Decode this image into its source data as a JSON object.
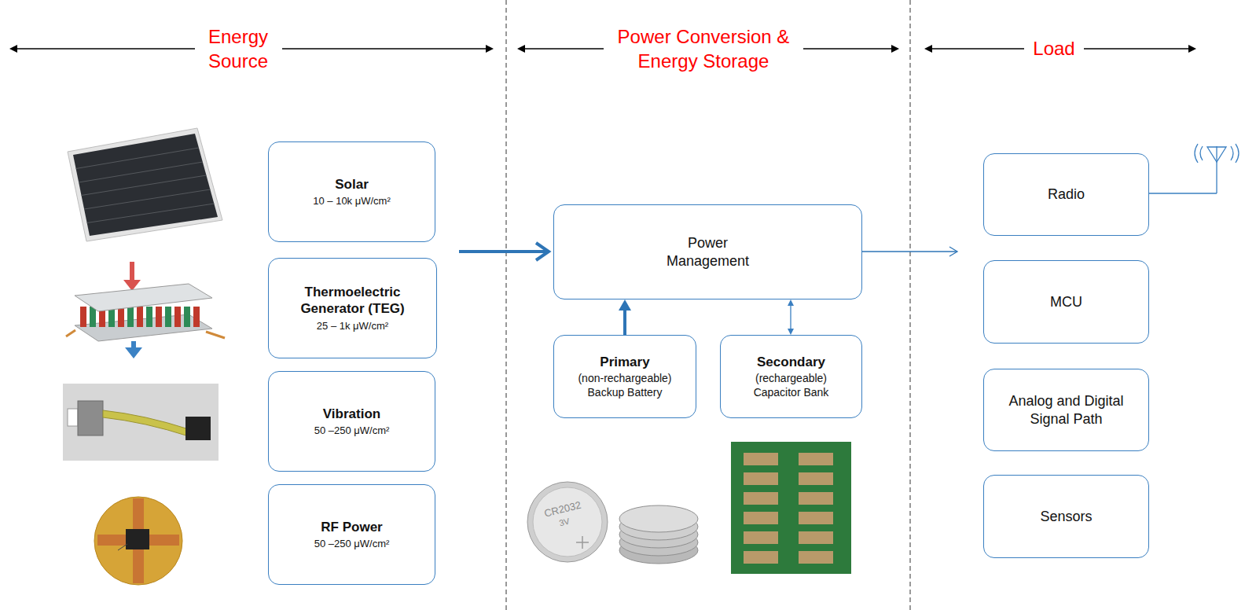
{
  "diagram": {
    "nodes": [
      {
        "text": [
          "Solar",
          "10 – 10k μW/cm²"
        ]
      },
      {
        "text": [
          "Thermoelectric Generator (TEG)",
          "25 – 1k μW/cm²"
        ]
      },
      {
        "text": [
          "Vibration",
          "50 –250 μW/cm²"
        ]
      },
      {
        "text": [
          "RF Power",
          "50 –250 μW/cm²"
        ]
      },
      {
        "text": [
          "Power Management"
        ]
      },
      {
        "text": [
          "Primary",
          "(non-rechargeable) Backup Battery"
        ]
      },
      {
        "text": [
          "Secondary",
          "(rechargeable) Capacitor Bank"
        ]
      },
      {
        "text": [
          "Radio"
        ]
      },
      {
        "text": [
          "MCU"
        ]
      },
      {
        "text": [
          "Analog and Digital Signal Path"
        ]
      },
      {
        "text": [
          "Sensors"
        ]
      }
    ],
    "edges": [
      {
        "from": 5,
        "to": 4,
        "arrow": "to"
      },
      {
        "from": 6,
        "to": 4,
        "arrow": "both"
      }
    ],
    "labels": [
      "Energy Source",
      "Power Conversion & Energy Storage",
      "Load",
      "CR2032",
      "3V"
    ]
  }
}
